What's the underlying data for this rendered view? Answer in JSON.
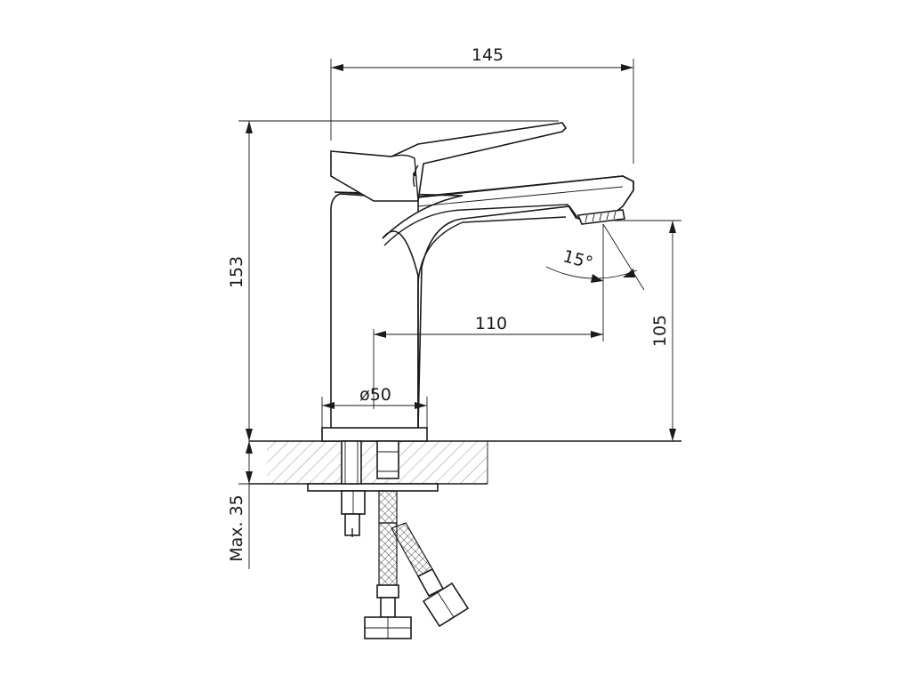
{
  "dimensions": {
    "width_overall": "145",
    "height_overall": "153",
    "spout_reach": "110",
    "spout_height": "105",
    "base_diameter": "ø50",
    "spray_angle": "15°",
    "max_thickness": "Max. 35"
  },
  "colors": {
    "line": "#1a1a1a",
    "hatch": "#7a7a7a",
    "background": "#ffffff"
  }
}
